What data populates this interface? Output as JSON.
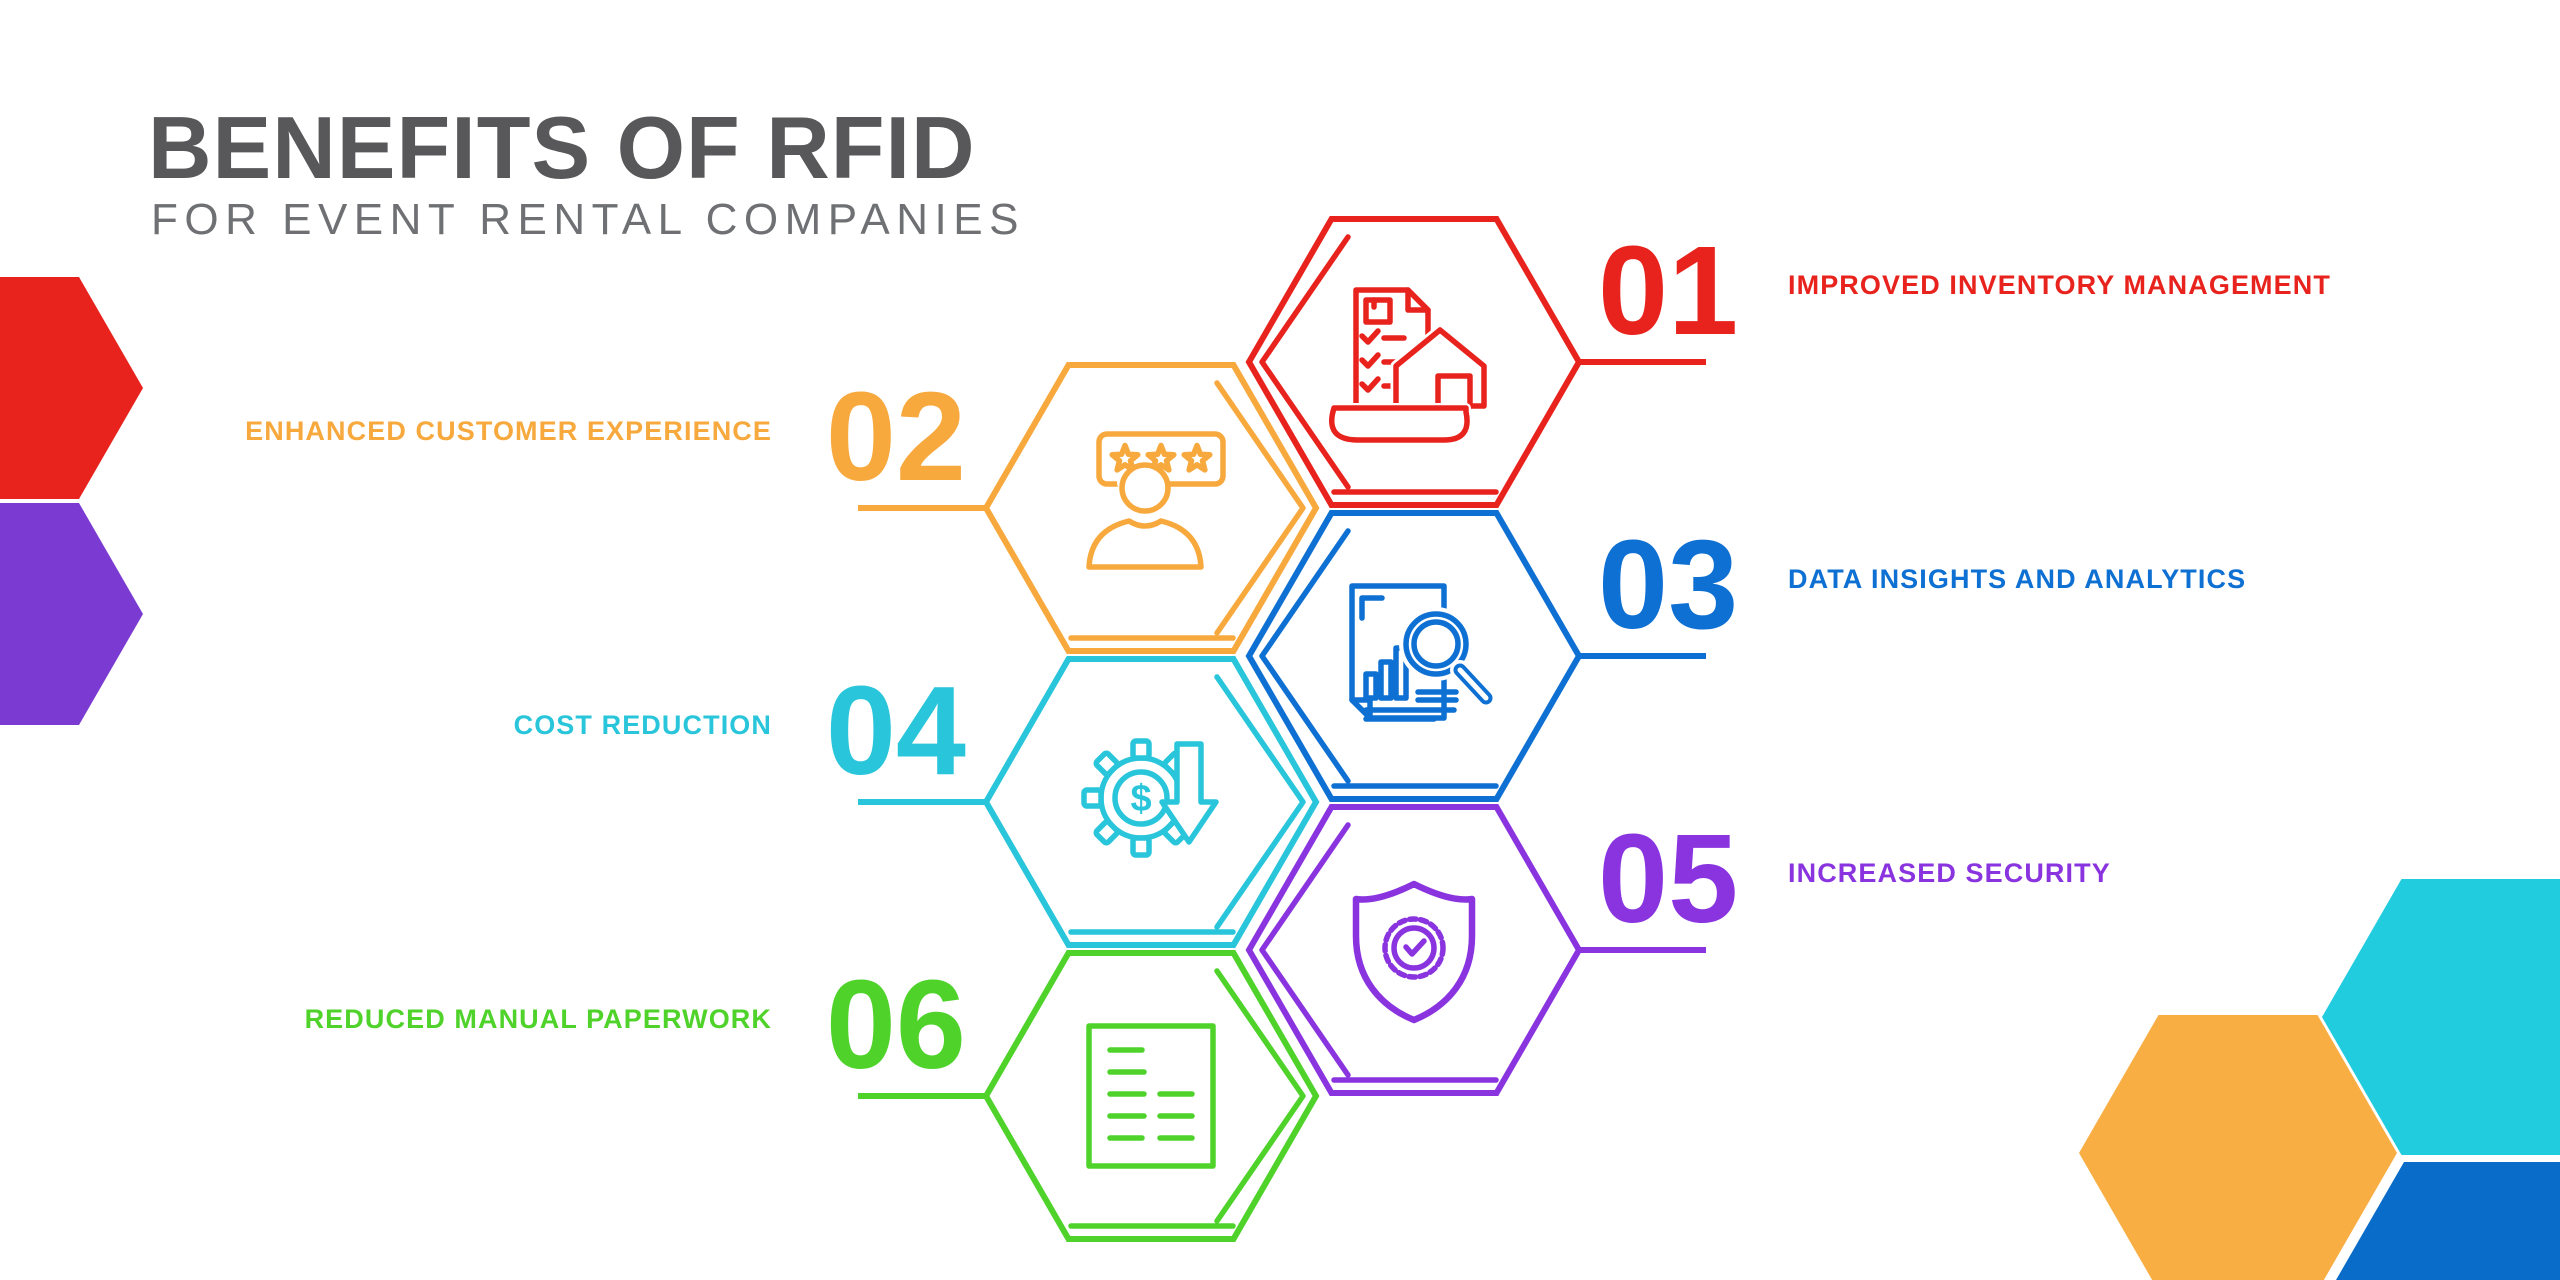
{
  "title": "BENEFITS OF RFID",
  "subtitle": "FOR EVENT RENTAL COMPANIES",
  "text_colors": {
    "title": "#58585A",
    "subtitle": "#6F7073"
  },
  "background": "#FFFFFF",
  "items": [
    {
      "number": "01",
      "label": "IMPROVED INVENTORY MANAGEMENT",
      "color": "#E8231D",
      "side": "right",
      "icon": "inventory-checklist-warehouse-icon"
    },
    {
      "number": "02",
      "label": "ENHANCED CUSTOMER EXPERIENCE",
      "color": "#F7A93E",
      "side": "left",
      "icon": "customer-review-stars-icon"
    },
    {
      "number": "03",
      "label": "DATA INSIGHTS AND ANALYTICS",
      "color": "#0E70D2",
      "side": "right",
      "icon": "report-magnifier-chart-icon"
    },
    {
      "number": "04",
      "label": "COST REDUCTION",
      "color": "#29C5DA",
      "side": "left",
      "icon": "gear-dollar-down-arrow-icon"
    },
    {
      "number": "05",
      "label": "INCREASED SECURITY",
      "color": "#8A34E0",
      "side": "right",
      "icon": "shield-badge-check-icon"
    },
    {
      "number": "06",
      "label": "REDUCED MANUAL PAPERWORK",
      "color": "#4FD32B",
      "side": "left",
      "icon": "document-text-lines-icon"
    }
  ],
  "decorations": {
    "left": [
      {
        "name": "left-red-hexagon",
        "color": "#E8231D"
      },
      {
        "name": "left-purple-hexagon",
        "color": "#7B3BD3"
      }
    ],
    "bottom_right": [
      {
        "name": "corner-cyan-hexagon",
        "color": "#21CCDE"
      },
      {
        "name": "corner-orange-hexagon",
        "color": "#F9AE44"
      },
      {
        "name": "corner-blue-hexagon",
        "color": "#0A6CC9"
      }
    ]
  }
}
